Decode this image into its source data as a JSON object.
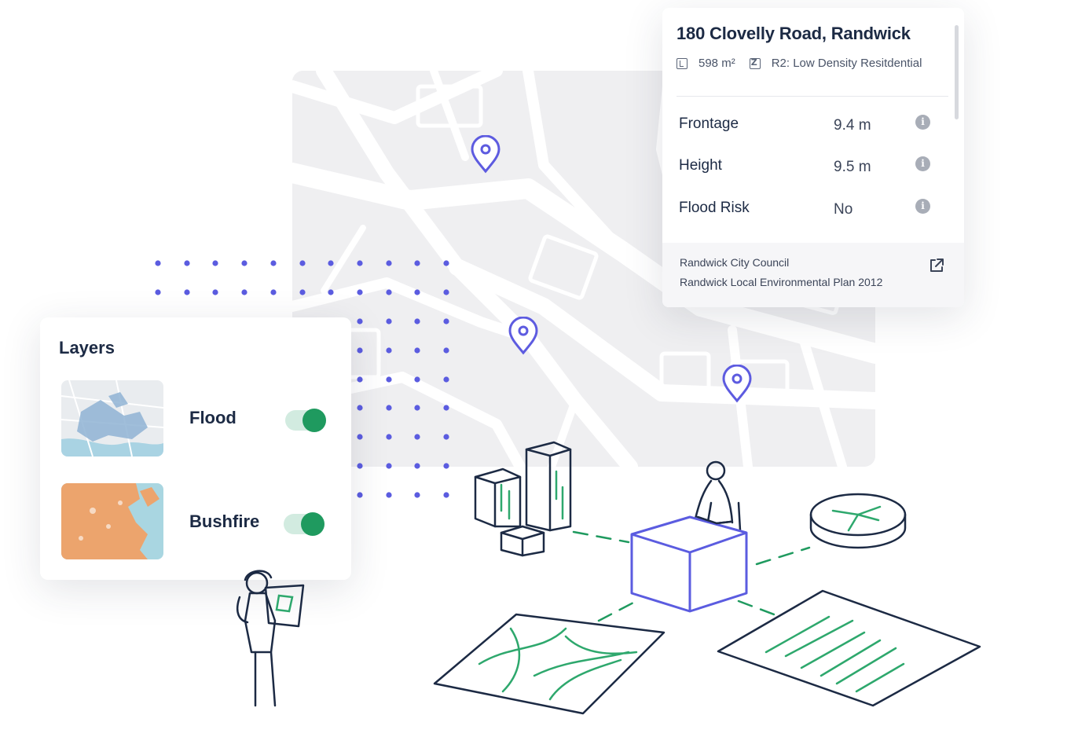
{
  "property": {
    "address": "180 Clovelly Road, Randwick",
    "area": "598 m²",
    "zoning": "R2: Low Density Resitdential",
    "rows": [
      {
        "label": "Frontage",
        "value": "9.4 m"
      },
      {
        "label": "Height",
        "value": "9.5 m"
      },
      {
        "label": "Flood Risk",
        "value": "No"
      }
    ],
    "council": "Randwick City Council",
    "plan": "Randwick Local Environmental Plan 2012",
    "info_glyph": "i"
  },
  "layers": {
    "title": "Layers",
    "items": [
      {
        "name": "Flood",
        "enabled": true
      },
      {
        "name": "Bushfire",
        "enabled": true
      }
    ]
  },
  "colors": {
    "accent_pin": "#5d5be0",
    "toggle_on": "#1f9a5f",
    "toggle_track": "#d2ebe0",
    "ink": "#1c2a44",
    "illustration_green": "#2ea86d",
    "illustration_blue": "#5b5ce0"
  },
  "icons": [
    "map-pin-icon",
    "land-area-icon",
    "zoning-icon",
    "info-icon",
    "external-link-icon"
  ]
}
